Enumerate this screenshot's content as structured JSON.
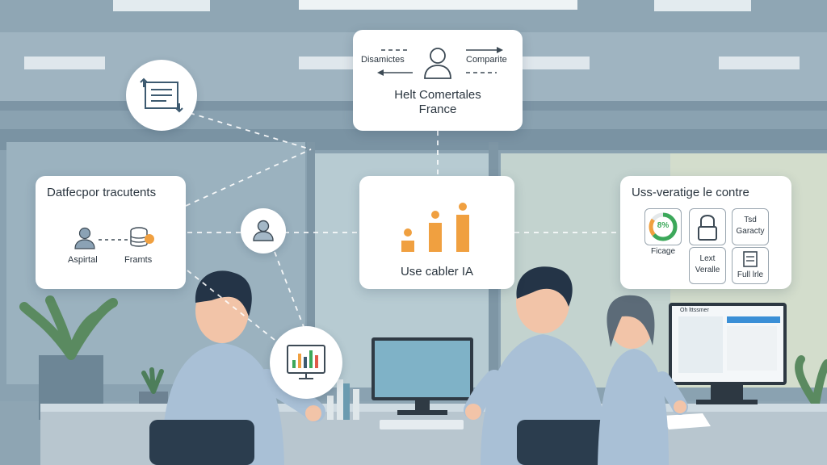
{
  "top_card": {
    "left_label": "Disamictes",
    "right_label": "Comparite",
    "title_line1": "Helt Comertales",
    "title_line2": "France"
  },
  "left_card": {
    "title": "Datfecpor tracutents",
    "label_a": "Aspirtal",
    "label_b": "Framts"
  },
  "center_card": {
    "label": "Use cabler IA"
  },
  "right_card": {
    "title": "Uss-veratige le contre",
    "donut_label": "8%",
    "tile1_label": "Ficage",
    "tile2_label_line1": "Tsd",
    "tile2_label_line2": "Garacty",
    "tile3_label_line1": "Lext",
    "tile3_label_line2": "Veralle",
    "tile4_label": "Full lrle"
  },
  "monitor_right": {
    "header": "Oh lttssmer"
  },
  "colors": {
    "accent_orange": "#f0a040",
    "accent_green": "#3ca85a",
    "wall": "#8ea5b3",
    "shirt_blue": "#a9c0d6"
  }
}
